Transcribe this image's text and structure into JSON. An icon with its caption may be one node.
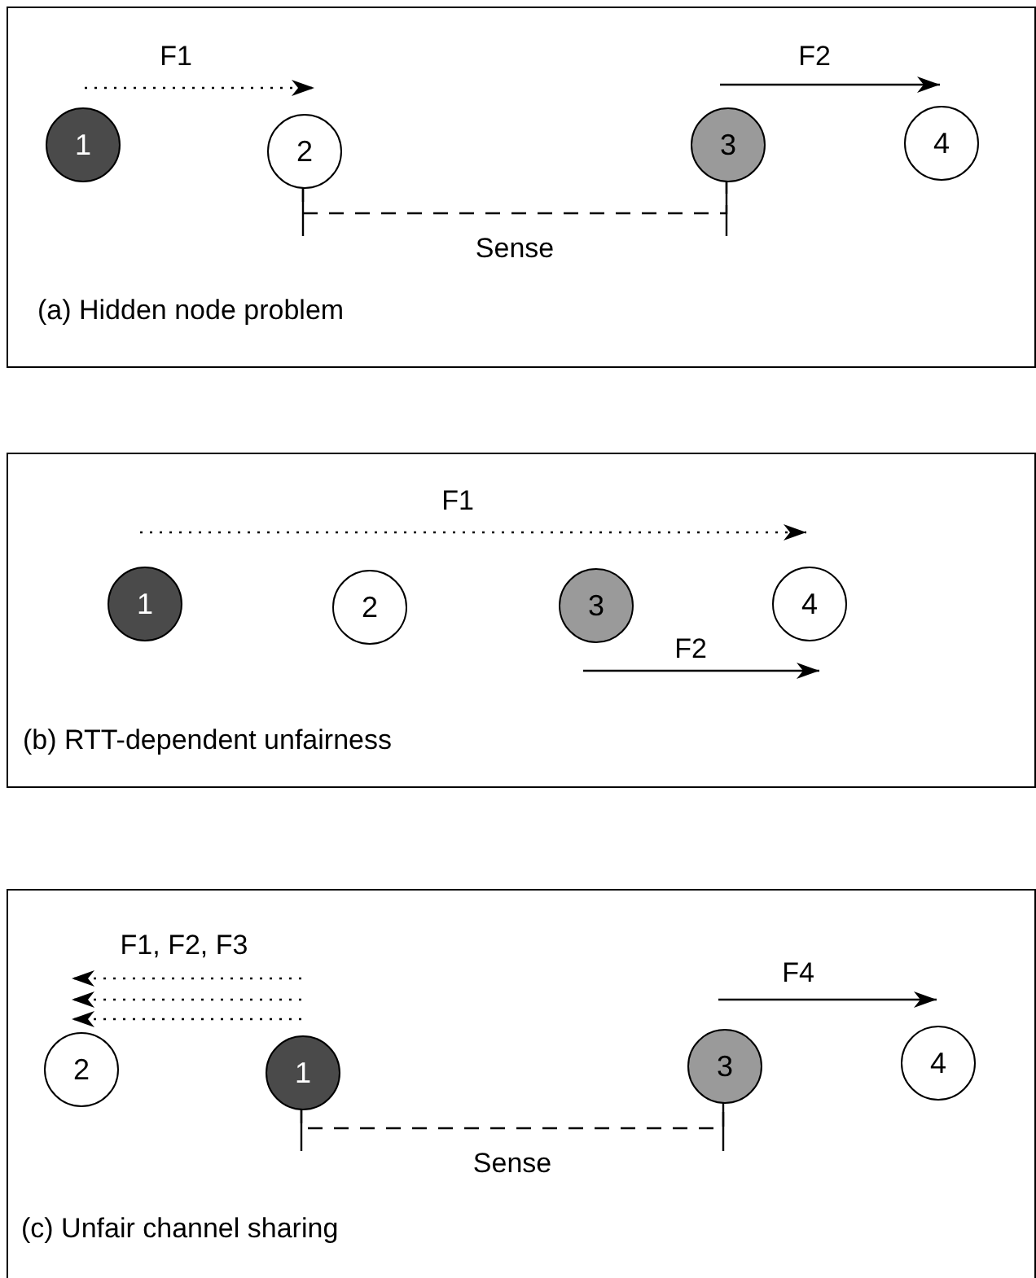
{
  "diagram": {
    "nodes": [
      {
        "text": [
          "(a) Hidden node problem"
        ]
      },
      {
        "text": [
          "1"
        ],
        "in": 0
      },
      {
        "text": [
          "2"
        ],
        "in": 0
      },
      {
        "text": [
          "3"
        ],
        "in": 0
      },
      {
        "text": [
          "4"
        ],
        "in": 0
      },
      {
        "text": [
          "(b) RTT-dependent unfairness"
        ]
      },
      {
        "text": [
          "1"
        ],
        "in": 5
      },
      {
        "text": [
          "2"
        ],
        "in": 5
      },
      {
        "text": [
          "3"
        ],
        "in": 5
      },
      {
        "text": [
          "4"
        ],
        "in": 5
      },
      {
        "text": [
          "(c) Unfair channel sharing"
        ]
      },
      {
        "text": [
          "2"
        ],
        "in": 10
      },
      {
        "text": [
          "1"
        ],
        "in": 10
      },
      {
        "text": [
          "3"
        ],
        "in": 10
      },
      {
        "text": [
          "4"
        ],
        "in": 10
      }
    ],
    "edges": [
      {
        "from": 2,
        "to": 3,
        "arrow": "none",
        "label": "Sense",
        "style": "dashed"
      },
      {
        "from": 12,
        "to": 13,
        "arrow": "none",
        "label": "Sense",
        "style": "dashed"
      }
    ],
    "labels": [
      "F1",
      "F2",
      "F1",
      "F2",
      "F1, F2, F3",
      "F4"
    ]
  }
}
